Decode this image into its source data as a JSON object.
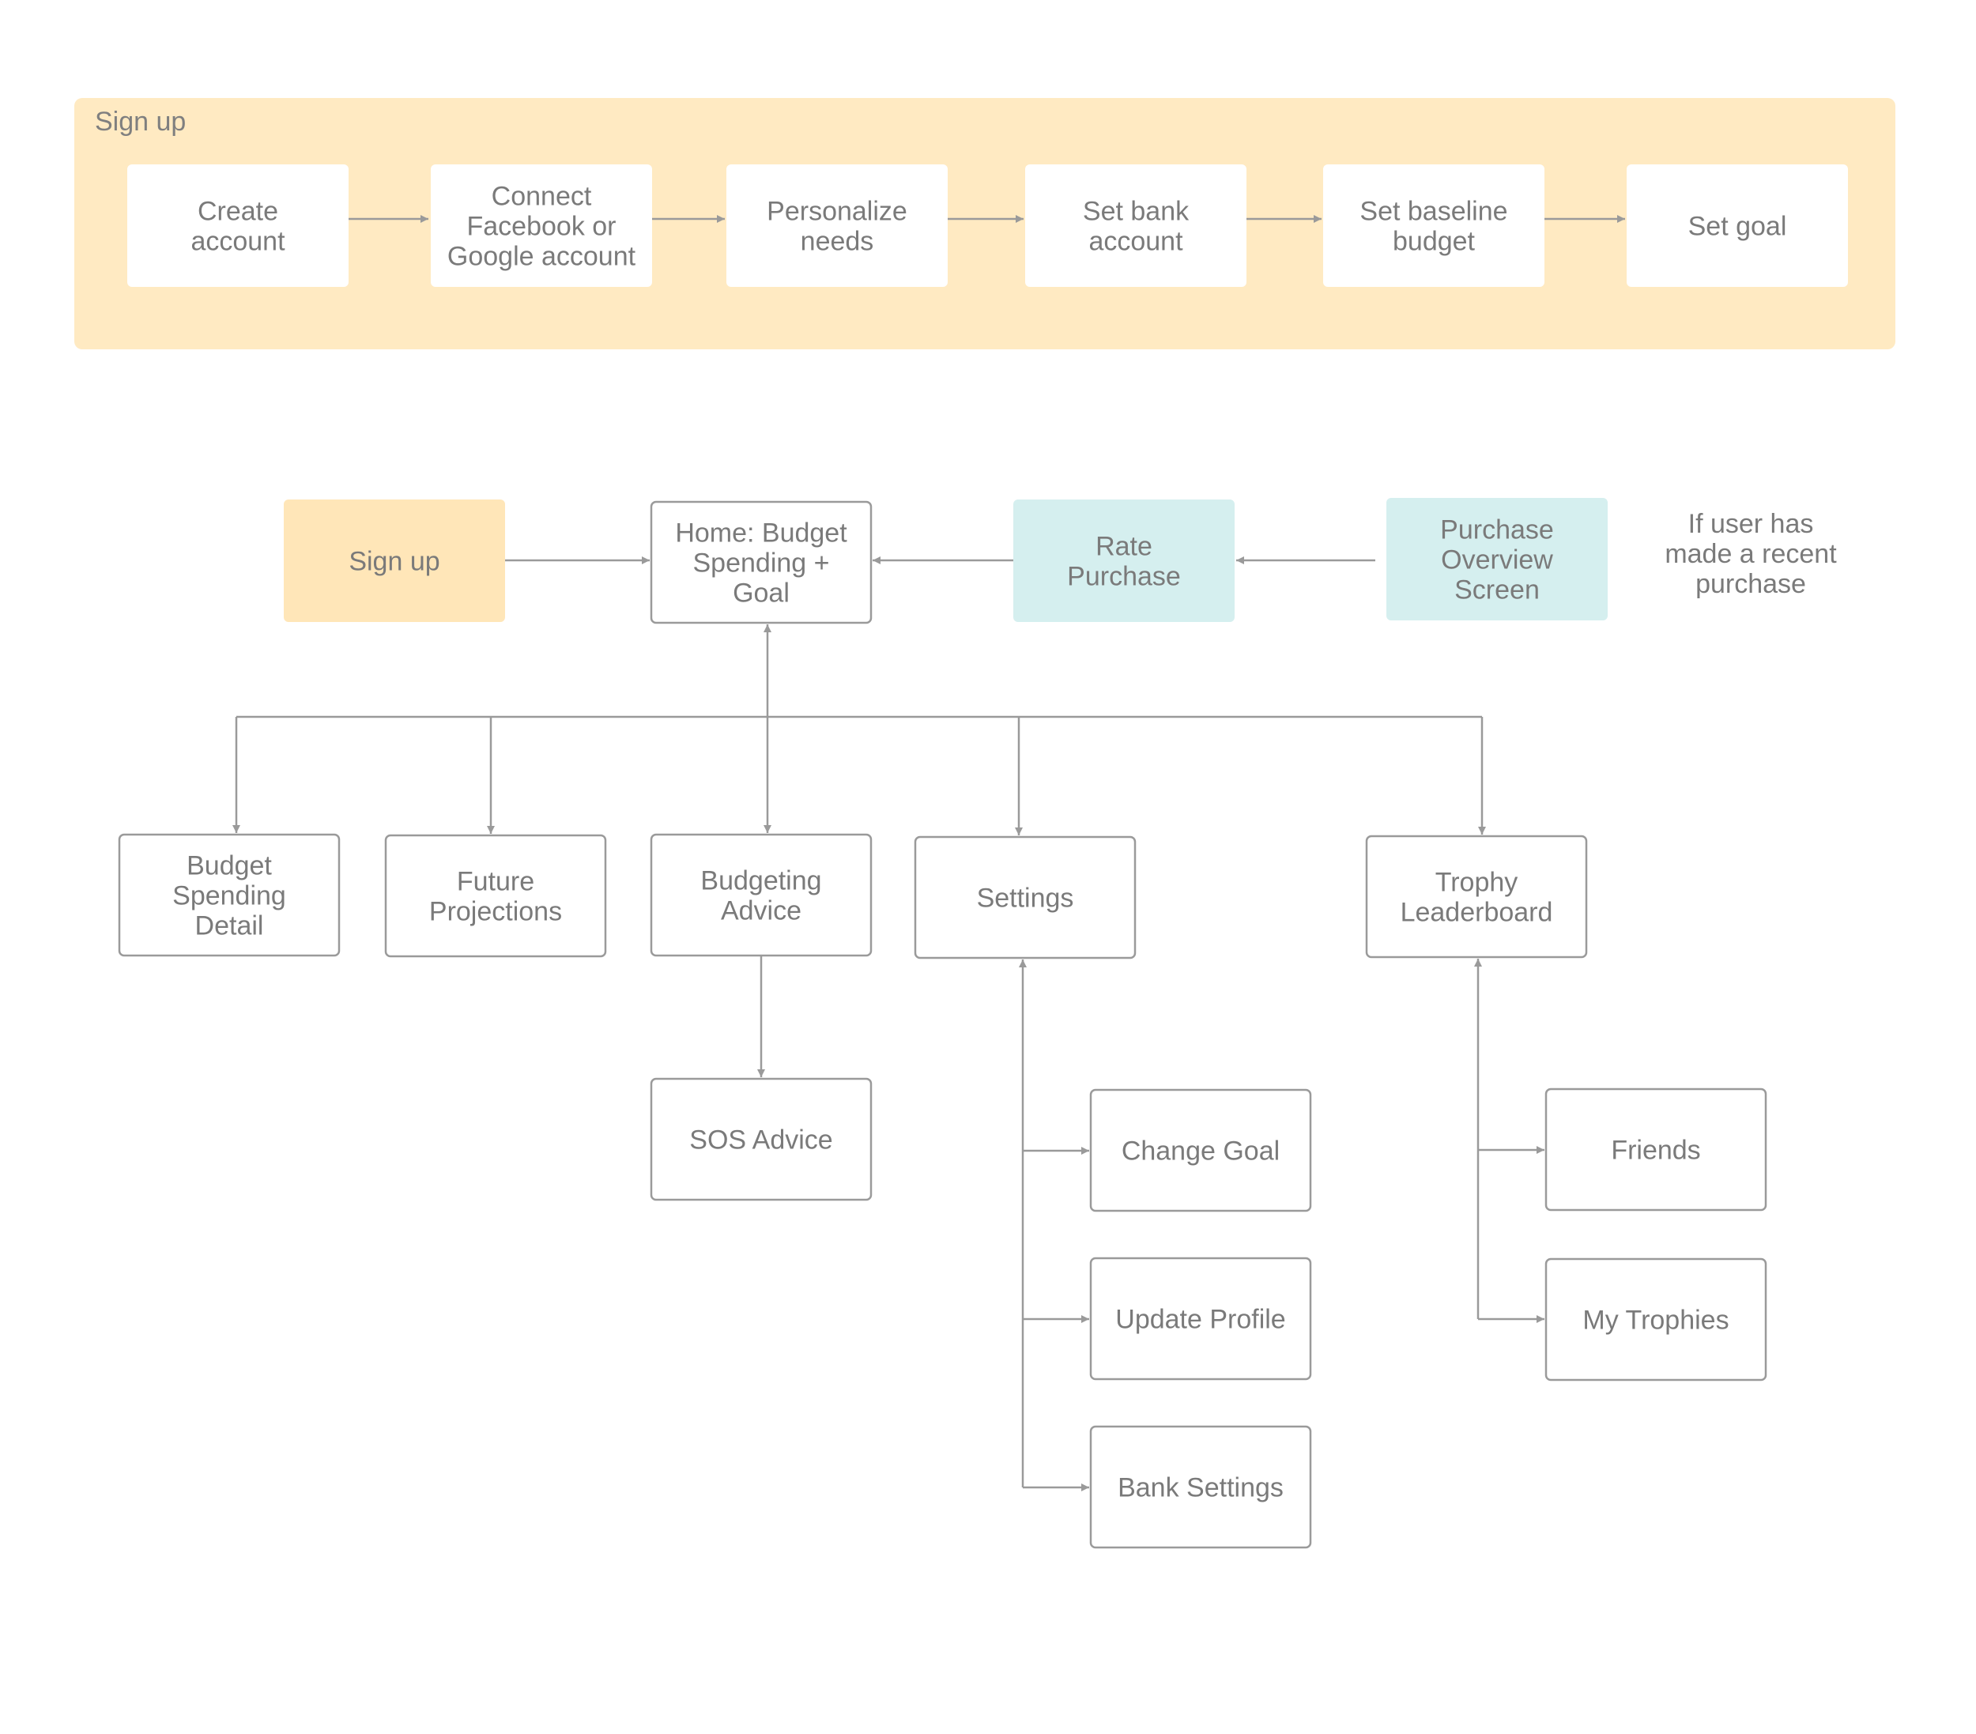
{
  "colors": {
    "panel_fill": "#ffeac2",
    "sign_fill": "#ffe6b8",
    "teal_fill": "#d5efef",
    "box_fill": "#ffffff",
    "box_stroke": "#9a9a9a",
    "connector": "#9a9a9a",
    "text": "#7a7a7a"
  },
  "panel": {
    "title": "Sign up"
  },
  "signup_steps": [
    {
      "id": "create-account",
      "lines": [
        "Create",
        "account"
      ]
    },
    {
      "id": "connect-account",
      "lines": [
        "Connect",
        "Facebook or",
        "Google account"
      ]
    },
    {
      "id": "personalize-needs",
      "lines": [
        "Personalize",
        "needs"
      ]
    },
    {
      "id": "set-bank-account",
      "lines": [
        "Set bank",
        "account"
      ]
    },
    {
      "id": "set-baseline-budget",
      "lines": [
        "Set baseline",
        "budget"
      ]
    },
    {
      "id": "set-goal",
      "lines": [
        "Set goal"
      ]
    }
  ],
  "nodes": [
    {
      "id": "sign-up",
      "lines": [
        "Sign up"
      ]
    },
    {
      "id": "home",
      "lines": [
        "Home: Budget",
        "Spending +",
        "Goal"
      ]
    },
    {
      "id": "rate-purchase",
      "lines": [
        "Rate",
        "Purchase"
      ]
    },
    {
      "id": "purchase-overview",
      "lines": [
        "Purchase",
        "Overview",
        "Screen"
      ]
    },
    {
      "id": "budget-spending-detail",
      "lines": [
        "Budget",
        "Spending",
        "Detail"
      ]
    },
    {
      "id": "future-projections",
      "lines": [
        "Future",
        "Projections"
      ]
    },
    {
      "id": "budgeting-advice",
      "lines": [
        "Budgeting",
        "Advice"
      ]
    },
    {
      "id": "settings",
      "lines": [
        "Settings"
      ]
    },
    {
      "id": "trophy-leaderboard",
      "lines": [
        "Trophy",
        "Leaderboard"
      ]
    },
    {
      "id": "sos-advice",
      "lines": [
        "SOS Advice"
      ]
    },
    {
      "id": "change-goal",
      "lines": [
        "Change Goal"
      ]
    },
    {
      "id": "update-profile",
      "lines": [
        "Update Profile"
      ]
    },
    {
      "id": "bank-settings",
      "lines": [
        "Bank Settings"
      ]
    },
    {
      "id": "friends",
      "lines": [
        "Friends"
      ]
    },
    {
      "id": "my-trophies",
      "lines": [
        "My Trophies"
      ]
    }
  ],
  "note": {
    "lines": [
      "If user has",
      "made a recent",
      "purchase"
    ]
  }
}
